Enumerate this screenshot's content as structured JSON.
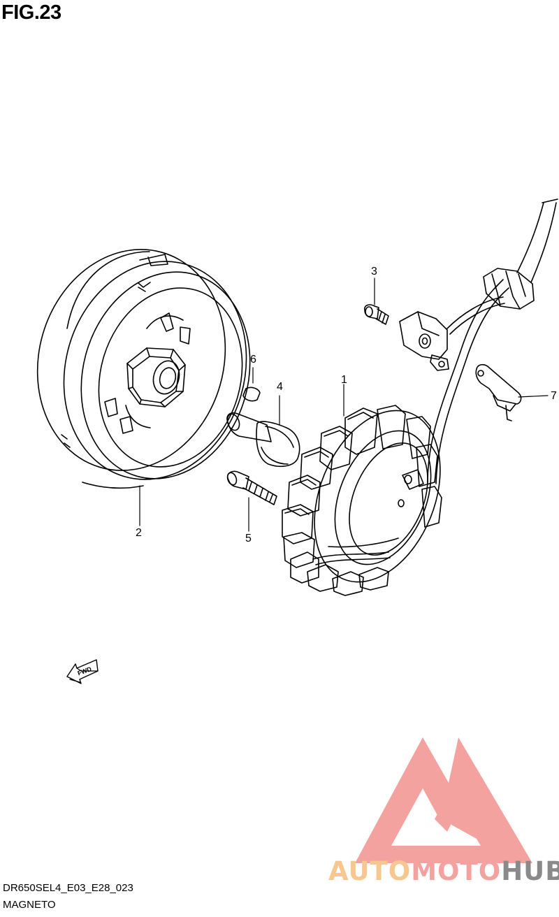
{
  "figure": {
    "title": "FIG.23",
    "code": "DR650SEL4_E03_E28_023",
    "name": "MAGNETO"
  },
  "callouts": [
    "1",
    "2",
    "3",
    "4",
    "5",
    "6",
    "7"
  ],
  "fwd_label": "FWD",
  "brand": {
    "auto": "AUTO",
    "moto": "MOTO",
    "hub": "HUB",
    "colors": {
      "auto": "#f6c88f",
      "moto": "#f4a29f",
      "hub": "#8a8a8a",
      "logo": "#f4a29f"
    }
  }
}
